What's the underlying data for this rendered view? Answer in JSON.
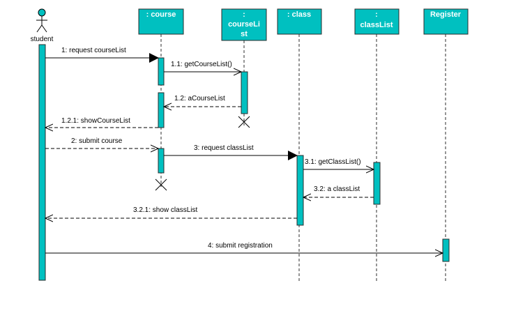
{
  "colors": {
    "fill": "#00C0C0",
    "stroke": "#2c2c2c",
    "header_text": "#ffffff",
    "text": "#000000",
    "background": "#ffffff"
  },
  "actor": {
    "name": "student"
  },
  "lifelines": [
    {
      "id": "course",
      "lines": [
        ": course"
      ]
    },
    {
      "id": "courselist",
      "lines": [
        ":",
        "courseLi",
        "st"
      ]
    },
    {
      "id": "class",
      "lines": [
        ": class"
      ]
    },
    {
      "id": "classlist",
      "lines": [
        ":",
        "classList"
      ]
    },
    {
      "id": "register",
      "lines": [
        "Register"
      ]
    }
  ],
  "messages": [
    {
      "id": "m1",
      "label": "1: request courseList",
      "type": "sync"
    },
    {
      "id": "m11",
      "label": "1.1: getCourseList()",
      "type": "async"
    },
    {
      "id": "m12",
      "label": "1.2: aCourseList",
      "type": "return"
    },
    {
      "id": "m121",
      "label": "1.2.1: showCourseList",
      "type": "return"
    },
    {
      "id": "m2",
      "label": "2: submit course",
      "type": "return"
    },
    {
      "id": "m3",
      "label": "3: request classList",
      "type": "sync"
    },
    {
      "id": "m31",
      "label": "3.1: getClassList()",
      "type": "async"
    },
    {
      "id": "m32",
      "label": "3.2: a classList",
      "type": "return"
    },
    {
      "id": "m321",
      "label": "3.2.1: show classList",
      "type": "return"
    },
    {
      "id": "m4",
      "label": "4: submit registration",
      "type": "async"
    }
  ]
}
